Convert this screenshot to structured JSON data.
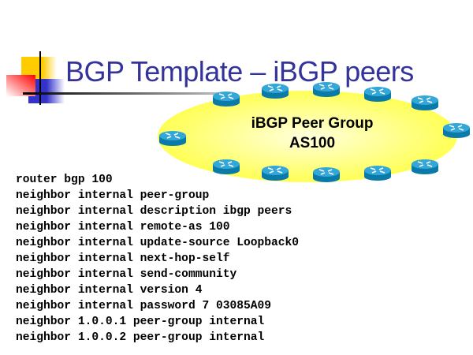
{
  "slide": {
    "title": "BGP Template – iBGP peers",
    "diagram": {
      "group_label": "iBGP Peer Group",
      "as_label": "AS100",
      "router_count": 12,
      "colors": {
        "ellipse": "#ffff66",
        "router_top": "#33a8d8",
        "router_side": "#0a7aa8"
      }
    },
    "code_lines": [
      "router bgp 100",
      "neighbor internal peer-group",
      "neighbor internal description ibgp peers",
      "neighbor internal remote-as 100",
      "neighbor internal update-source Loopback0",
      "neighbor internal next-hop-self",
      "neighbor internal send-community",
      "neighbor internal version 4",
      "neighbor internal password 7 03085A09",
      "neighbor 1.0.0.1 peer-group internal",
      "neighbor 1.0.0.2 peer-group internal"
    ]
  }
}
